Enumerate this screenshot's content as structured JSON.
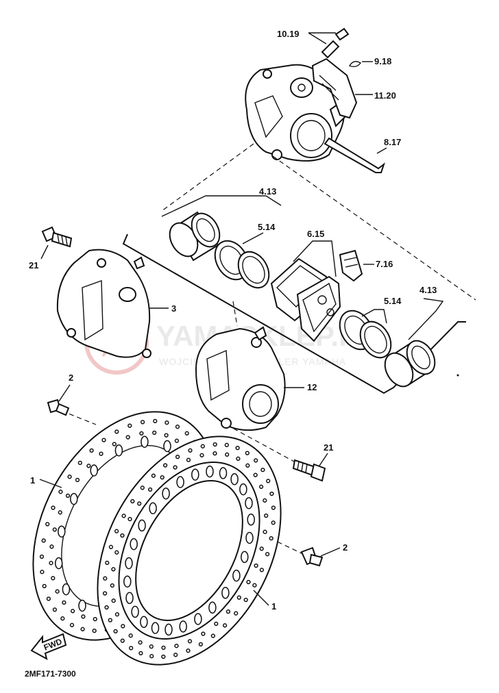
{
  "watermark": {
    "brand": "YAMASKLEP.PL",
    "tagline": "WOJCIECH SZCZ | DEALER YAMAHA",
    "color": "#e05a5a"
  },
  "labels": {
    "l_10_19": "10.19",
    "l_9_18": "9.18",
    "l_11_20": "11.20",
    "l_8_17": "8.17",
    "l_4_13_top": "4.13",
    "l_5_14_top": "5.14",
    "l_6_15": "6.15",
    "l_7_16": "7.16",
    "l_4_13_right": "4.13",
    "l_5_14_right": "5.14",
    "l_21_left": "21",
    "l_3": "3",
    "l_12": "12",
    "l_2_top": "2",
    "l_21_bottom": "21",
    "l_1_left": "1",
    "l_2_right": "2",
    "l_1_right": "1"
  },
  "fwd_label": "FWD",
  "diagram_code": "2MF171-7300"
}
